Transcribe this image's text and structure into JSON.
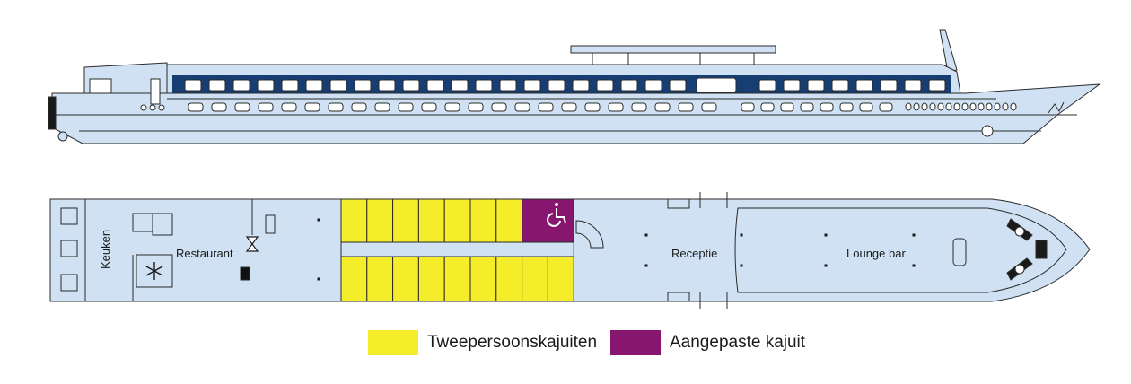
{
  "colors": {
    "hull": "#cfe1f3",
    "outline": "#2b2b2b",
    "band": "#173e73",
    "double_cabin": "#f5ec2a",
    "adapted_cabin": "#86166e"
  },
  "labels": {
    "kitchen": "Keuken",
    "restaurant": "Restaurant",
    "reception": "Receptie",
    "lounge": "Lounge bar"
  },
  "icons": {
    "snowflake": "snowflake-icon",
    "wheelchair": "wheelchair-icon",
    "hourglass": "hourglass-icon"
  },
  "legend": [
    {
      "name": "double-cabins",
      "label": "Tweepersoonskajuiten",
      "color": "#f5ec2a"
    },
    {
      "name": "adapted-cabin",
      "label": "Aangepaste kajuit",
      "color": "#86166e"
    }
  ]
}
